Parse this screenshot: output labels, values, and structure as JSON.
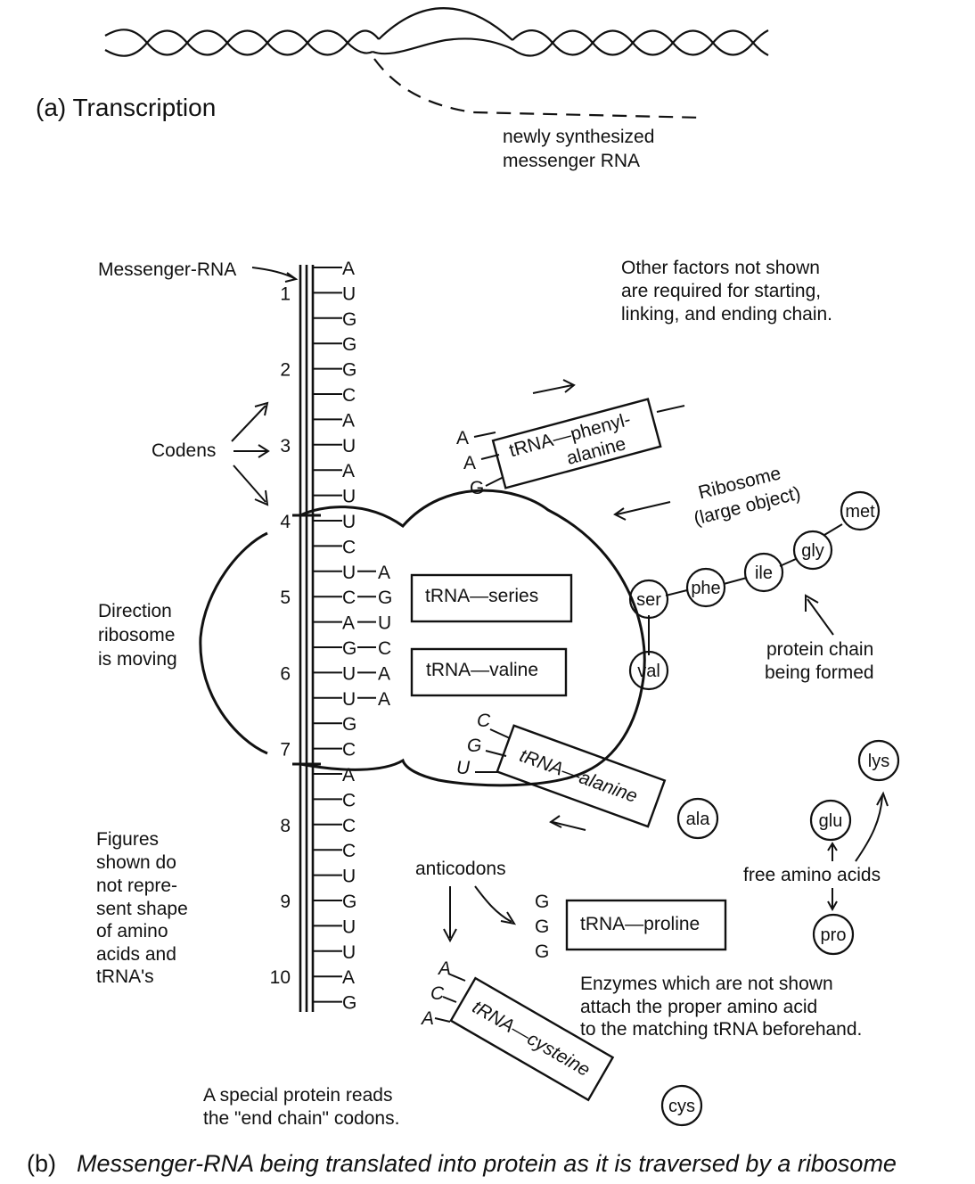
{
  "transcription": {
    "label": "(a)  Transcription",
    "mrna_caption_1": "newly synthesized",
    "mrna_caption_2": "messenger RNA"
  },
  "mrna": {
    "label": "Messenger-RNA",
    "bases": [
      "A",
      "U",
      "G",
      "G",
      "G",
      "C",
      "A",
      "U",
      "A",
      "U",
      "U",
      "C",
      "U",
      "C",
      "A",
      "G",
      "U",
      "U",
      "G",
      "C",
      "A",
      "C",
      "C",
      "C",
      "U",
      "G",
      "U",
      "U",
      "A",
      "G"
    ],
    "paired": [
      {
        "index": 12,
        "base": "A"
      },
      {
        "index": 13,
        "base": "G"
      },
      {
        "index": 14,
        "base": "U"
      },
      {
        "index": 15,
        "base": "C"
      },
      {
        "index": 16,
        "base": "A"
      },
      {
        "index": 17,
        "base": "A"
      }
    ],
    "codon_numbers": [
      "1",
      "2",
      "3",
      "4",
      "5",
      "6",
      "7",
      "8",
      "9",
      "10"
    ]
  },
  "notes": {
    "other_factors_1": "Other factors not shown",
    "other_factors_2": "are required for starting,",
    "other_factors_3": "linking, and ending chain.",
    "codons": "Codens",
    "direction_1": "Direction",
    "direction_2": "ribosome",
    "direction_3": "is moving",
    "ribosome_1": "Ribosome",
    "ribosome_2": "(large object)",
    "protein_chain_1": "protein chain",
    "protein_chain_2": "being formed",
    "figures_1": "Figures",
    "figures_2": "shown do",
    "figures_3": "not repre-",
    "figures_4": "sent shape",
    "figures_5": "of amino",
    "figures_6": "acids and",
    "figures_7": "tRNA's",
    "anticodons": "anticodons",
    "free_amino": "free amino acids",
    "enzymes_1": "Enzymes which are not shown",
    "enzymes_2": "attach the proper amino acid",
    "enzymes_3": "to the matching tRNA beforehand.",
    "special_1": "A special protein reads",
    "special_2": "the \"end chain\" codons.",
    "caption_prefix": "(b)",
    "caption_text": "Messenger-RNA being translated into protein as it is traversed by a ribosome"
  },
  "trnas": {
    "phenylalanine_1": "tRNA—phenyl-",
    "phenylalanine_2": "alanine",
    "phenylalanine_anticodon": [
      "A",
      "A",
      "G"
    ],
    "series": "tRNA—series",
    "valine": "tRNA—valine",
    "alanine": "tRNA—alanine",
    "alanine_anticodon": [
      "C",
      "G",
      "U"
    ],
    "proline": "tRNA—proline",
    "proline_anticodon": [
      "G",
      "G",
      "G"
    ],
    "cysteine": "tRNA—cysteine",
    "cysteine_anticodon": [
      "A",
      "C",
      "A"
    ]
  },
  "amino_acids": {
    "chain": [
      "ser",
      "phe",
      "ile",
      "gly",
      "met"
    ],
    "val": "val",
    "ala": "ala",
    "lys": "lys",
    "glu": "glu",
    "pro": "pro",
    "cys": "cys"
  }
}
